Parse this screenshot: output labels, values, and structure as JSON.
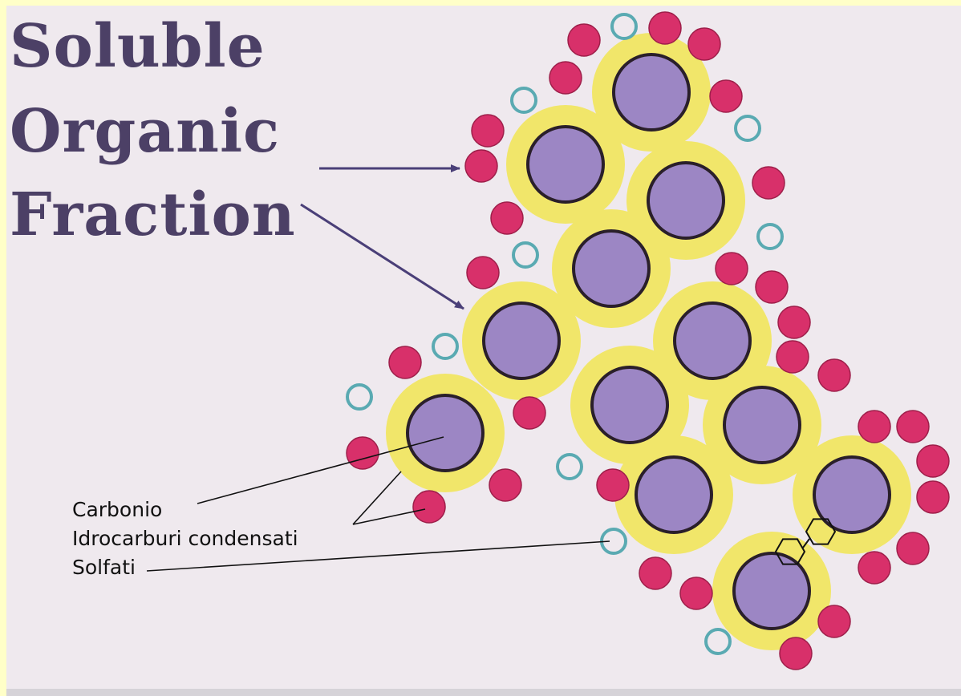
{
  "title": {
    "line1": "Soluble",
    "line2": "Organic",
    "line3": "Fraction"
  },
  "legend": {
    "carbon": "Carbonio",
    "hydrocarbons": "Idrocarburi condensati",
    "sulfates": "Solfati"
  },
  "colors": {
    "frame_background": "#ffffc8",
    "slide_background": "#efe9ee",
    "title_text": "#4c4066",
    "carbon_core": "#9c86c4",
    "hydrocarbon_ring": "#f1e66a",
    "sulfate_particle": "#d8306a",
    "ring_particle": "#5aaab2",
    "arrow": "#4a3f78"
  }
}
